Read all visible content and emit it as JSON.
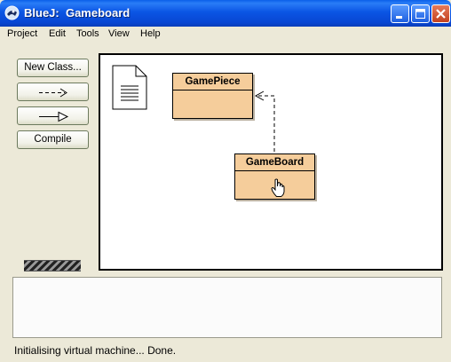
{
  "window": {
    "title": "BlueJ:  Gameboard",
    "controls": [
      "minimize-icon",
      "maximize-icon",
      "close-icon"
    ]
  },
  "menu": [
    "Project",
    "Edit",
    "Tools",
    "View",
    "Help"
  ],
  "tools": {
    "new_class": "New Class...",
    "dependency_arrow": "dashed-arrow-icon",
    "inheritance_arrow": "hollow-arrow-icon",
    "compile": "Compile"
  },
  "diagram": {
    "readme_icon": "document-icon",
    "classes": [
      {
        "name": "GamePiece"
      },
      {
        "name": "GameBoard"
      }
    ],
    "relation": {
      "from": "GameBoard",
      "to": "GamePiece",
      "type": "dependency"
    },
    "cursor": "hand-pointer-icon"
  },
  "status": "Initialising virtual machine... Done.",
  "colors": {
    "class_fill": "#f5cd9b",
    "title_bar": "#0b55e4",
    "window_bg": "#ece9d8"
  }
}
